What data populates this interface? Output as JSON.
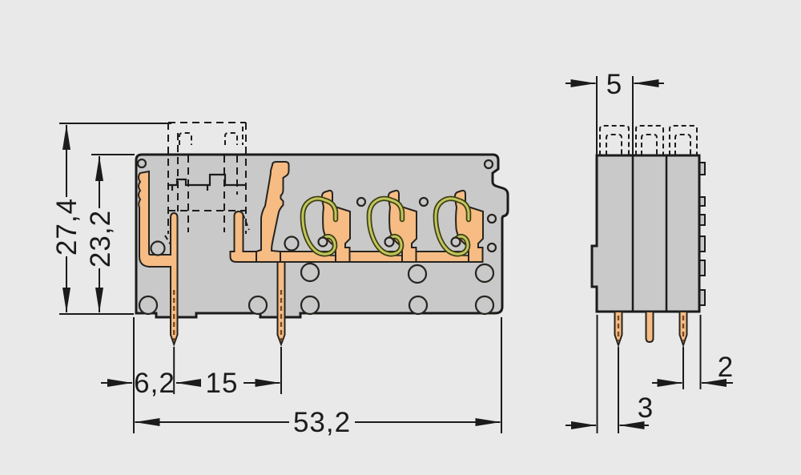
{
  "views": {
    "front": {
      "dimensions": {
        "total_height": "27,4",
        "body_height": "23,2",
        "pin_offset": "6,2",
        "pin_spacing": "15",
        "total_width": "53,2"
      }
    },
    "side": {
      "dimensions": {
        "pole_pitch": "5",
        "edge_to_pin": "3",
        "pin_to_edge": "2"
      }
    }
  },
  "colors": {
    "background": "#e9e9e9",
    "housing": "#c9c9c9",
    "outline": "#1b1b1b",
    "copper": "#f6bc84",
    "spring_dark": "#3c3f16",
    "spring_light": "#c2c65a",
    "pin_core_dash": "#7a4a22"
  }
}
